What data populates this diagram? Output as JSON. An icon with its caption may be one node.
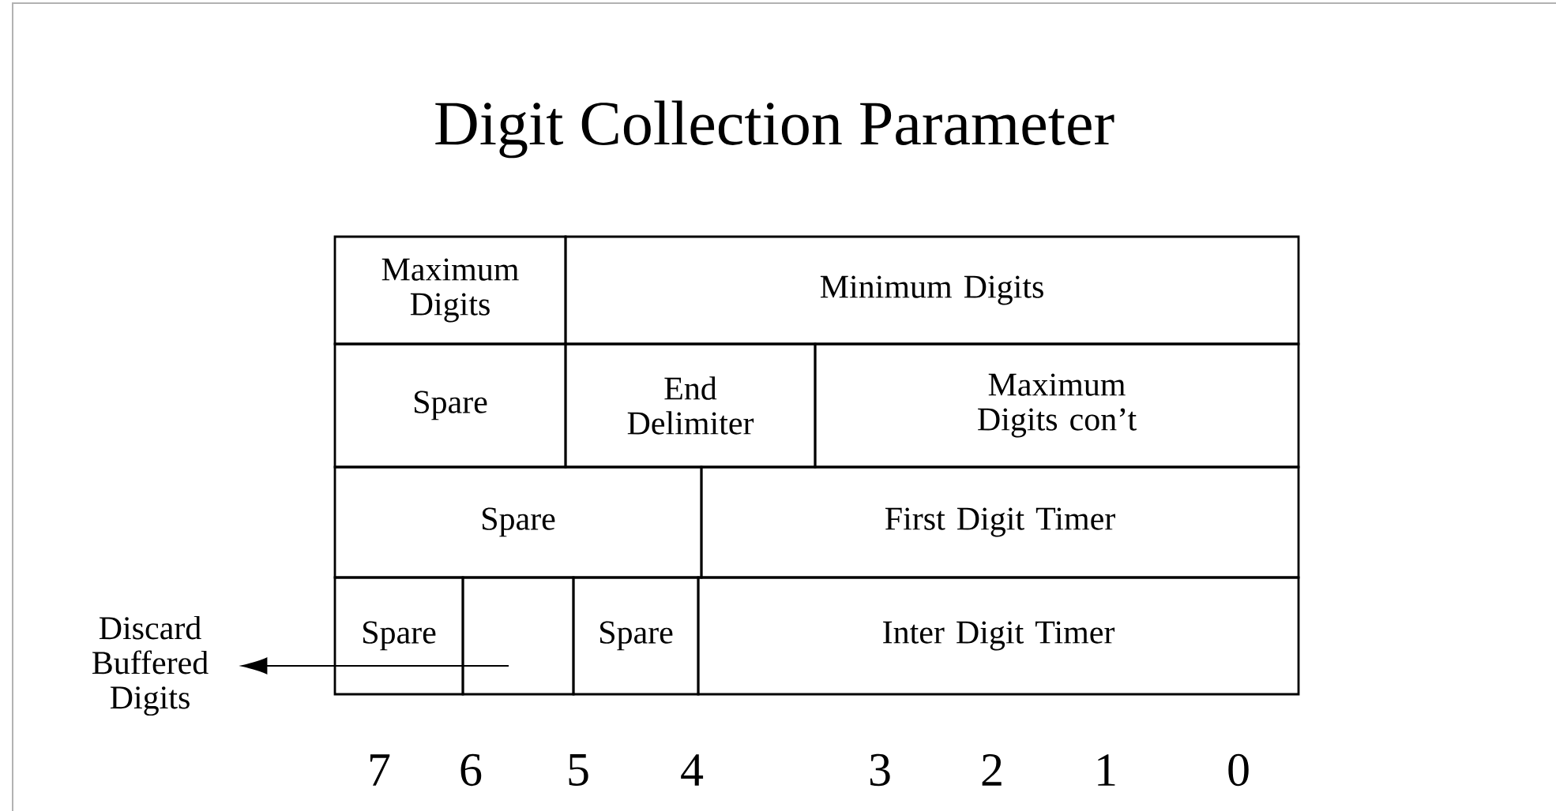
{
  "diagram": {
    "title": "Digit Collection Parameter",
    "nodes": [
      {
        "text": [
          "Maximum Digits"
        ]
      },
      {
        "text": [
          "Minimum Digits"
        ]
      },
      {
        "text": [
          "Spare"
        ]
      },
      {
        "text": [
          "End Delimiter"
        ]
      },
      {
        "text": [
          "Maximum Digits con’t"
        ]
      },
      {
        "text": [
          "Spare"
        ]
      },
      {
        "text": [
          "First Digit Timer"
        ]
      },
      {
        "text": [
          "Spare"
        ]
      },
      {
        "text": [],
        "shape": "box"
      },
      {
        "text": [
          "Spare"
        ]
      },
      {
        "text": [
          "Inter Digit Timer"
        ]
      },
      {
        "text": [
          "Discard Buffered Digits"
        ]
      }
    ],
    "edges": [
      {
        "from": 8,
        "to": 11,
        "arrow": "to"
      }
    ],
    "labels": [
      "7",
      "6",
      "5",
      "4",
      "3",
      "2",
      "1",
      "0"
    ]
  }
}
